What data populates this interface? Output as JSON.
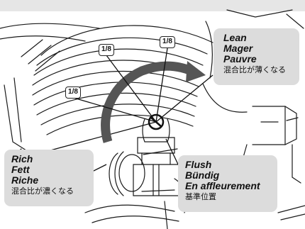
{
  "callouts": {
    "lean": {
      "lines": [
        "Lean",
        "Mager",
        "Pauvre"
      ],
      "note": "混合比が薄くなる"
    },
    "rich": {
      "lines": [
        "Rich",
        "Fett",
        "Riche"
      ],
      "note": "混合比が濃くなる"
    },
    "flush": {
      "lines": [
        "Flush",
        "Bündig",
        "En affleurement"
      ],
      "note": "基準位置"
    }
  },
  "steps": [
    "1/8",
    "1/8",
    "1/8"
  ],
  "colors": {
    "callout_bg": "#dcdcdc",
    "arrow": "#555555",
    "line_art": "#1a1a1a",
    "top_band": "#e6e6e6"
  }
}
